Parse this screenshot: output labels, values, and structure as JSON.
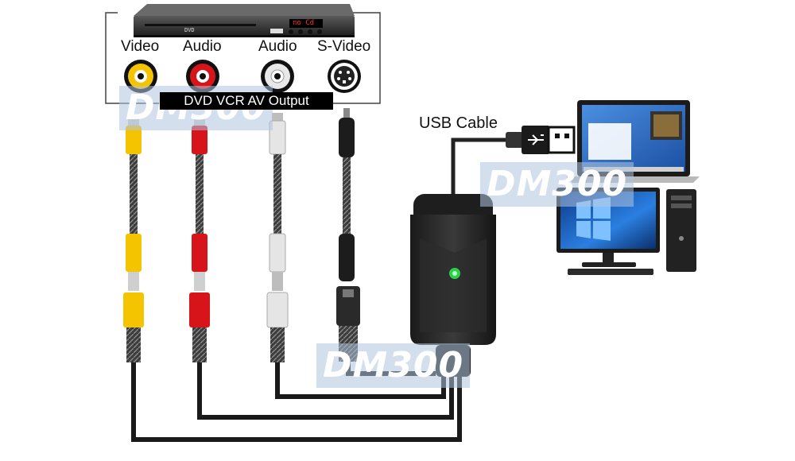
{
  "source_panel": {
    "device_logo": "DVD",
    "display_readout": "no Cd",
    "ports": [
      {
        "label": "Video",
        "color": "#f5c400",
        "icon": "rca-jack-icon"
      },
      {
        "label": "Audio",
        "color": "#d8141b",
        "icon": "rca-jack-icon"
      },
      {
        "label": "Audio",
        "color": "#e8e8e8",
        "icon": "rca-jack-icon"
      },
      {
        "label": "S-Video",
        "color": "#ffffff",
        "icon": "s-video-jack-icon"
      }
    ],
    "output_label": "DVD VCR AV Output"
  },
  "usb_cable_label": "USB Cable",
  "watermarks": [
    "DM300",
    "DM300",
    "DM300"
  ],
  "colors": {
    "yellow": "#f5c400",
    "red": "#d8141b",
    "white": "#e5e5e5",
    "cable": "#222222",
    "watermark": "#b0c4de",
    "screen": "#2f6fc7"
  }
}
